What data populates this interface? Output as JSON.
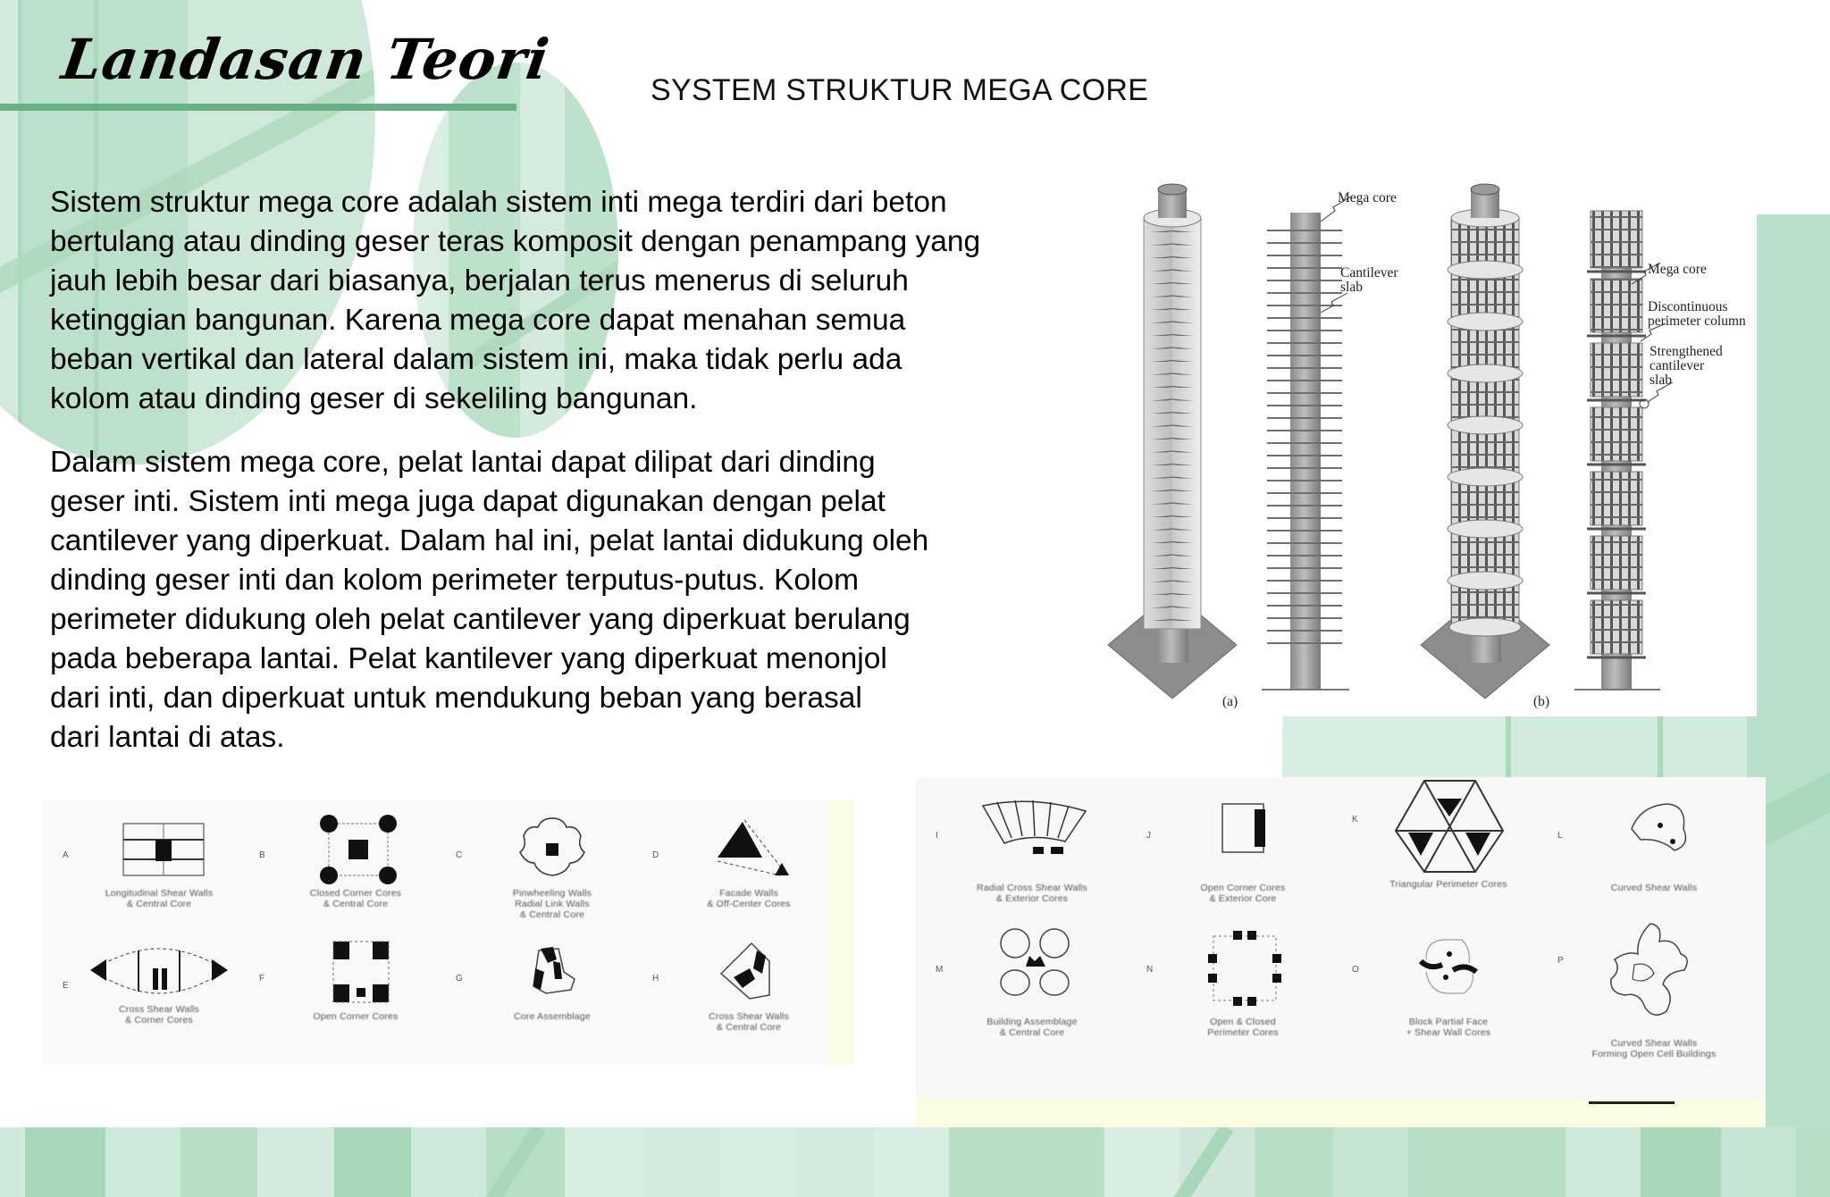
{
  "slide": {
    "heading": "Landasan Teori",
    "title": "SYSTEM STRUKTUR MEGA CORE"
  },
  "paragraphs": [
    {
      "lines": [
        "Sistem struktur mega core adalah sistem inti mega terdiri dari beton",
        "bertulang atau dinding geser teras komposit dengan penampang yang",
        "jauh lebih besar dari biasanya, berjalan terus menerus di seluruh",
        "ketinggian bangunan. Karena mega core dapat menahan semua",
        "beban vertikal dan lateral dalam sistem ini, maka tidak perlu ada",
        "kolom atau dinding geser di sekeliling bangunan."
      ]
    },
    {
      "lines": [
        "Dalam sistem mega core, pelat lantai dapat dilipat dari dinding",
        "geser inti. Sistem inti mega juga dapat digunakan dengan pelat",
        "cantilever yang diperkuat. Dalam hal ini, pelat lantai didukung oleh",
        "dinding geser inti dan kolom perimeter terputus-putus. Kolom",
        "perimeter didukung oleh pelat cantilever yang diperkuat berulang",
        "pada beberapa lantai. Pelat kantilever yang diperkuat menonjol",
        "dari inti, dan diperkuat untuk mendukung beban yang berasal",
        "dari lantai di atas."
      ]
    }
  ],
  "figure_mega_core": {
    "labels": {
      "a_mega_core": "Mega core",
      "a_cantilever_1": "Cantilever",
      "a_cantilever_2": "slab",
      "b_mega_core": "Mega core",
      "b_discontinuous_1": "Discontinuous",
      "b_discontinuous_2": "perimeter column",
      "b_strengthened_1": "Strengthened",
      "b_strengthened_2": "cantilever",
      "b_strengthened_3": "slab",
      "caption_a": "(a)",
      "caption_b": "(b)"
    }
  },
  "plans_left": [
    {
      "letter": "A",
      "caption": [
        "Longitudinal Shear Walls",
        "& Central Core"
      ]
    },
    {
      "letter": "B",
      "caption": [
        "Closed Corner Cores",
        "& Central Core"
      ]
    },
    {
      "letter": "C",
      "caption": [
        "Pinwheeling Walls",
        "Radial Link Walls",
        "& Central Core"
      ]
    },
    {
      "letter": "D",
      "caption": [
        "Facade Walls",
        "& Off-Center Cores"
      ]
    },
    {
      "letter": "E",
      "caption": [
        "Cross Shear Walls",
        "& Corner Cores"
      ]
    },
    {
      "letter": "F",
      "caption": [
        "Open Corner Cores",
        ""
      ]
    },
    {
      "letter": "G",
      "caption": [
        "Core Assemblage",
        ""
      ]
    },
    {
      "letter": "H",
      "caption": [
        "Cross Shear Walls",
        "& Central Core"
      ]
    }
  ],
  "plans_right": [
    {
      "letter": "I",
      "caption": [
        "Radial Cross Shear Walls",
        "& Exterior Cores"
      ]
    },
    {
      "letter": "J",
      "caption": [
        "Open Corner Cores",
        "& Exterior Core"
      ]
    },
    {
      "letter": "K",
      "caption": [
        "Triangular Perimeter Cores",
        ""
      ]
    },
    {
      "letter": "L",
      "caption": [
        "Curved Shear Walls",
        ""
      ]
    },
    {
      "letter": "M",
      "caption": [
        "Building Assemblage",
        "& Central Core"
      ]
    },
    {
      "letter": "N",
      "caption": [
        "Open & Closed",
        "Perimeter Cores"
      ]
    },
    {
      "letter": "O",
      "caption": [
        "Block Partial Face",
        "+ Shear Wall Cores"
      ]
    },
    {
      "letter": "P",
      "caption": [
        "Curved Shear Walls",
        "Forming Open Cell Buildings"
      ]
    }
  ],
  "colors": {
    "accent_green": "#6ab086",
    "light_green": "#cfe9da",
    "mid_green": "#a9d9bb"
  }
}
